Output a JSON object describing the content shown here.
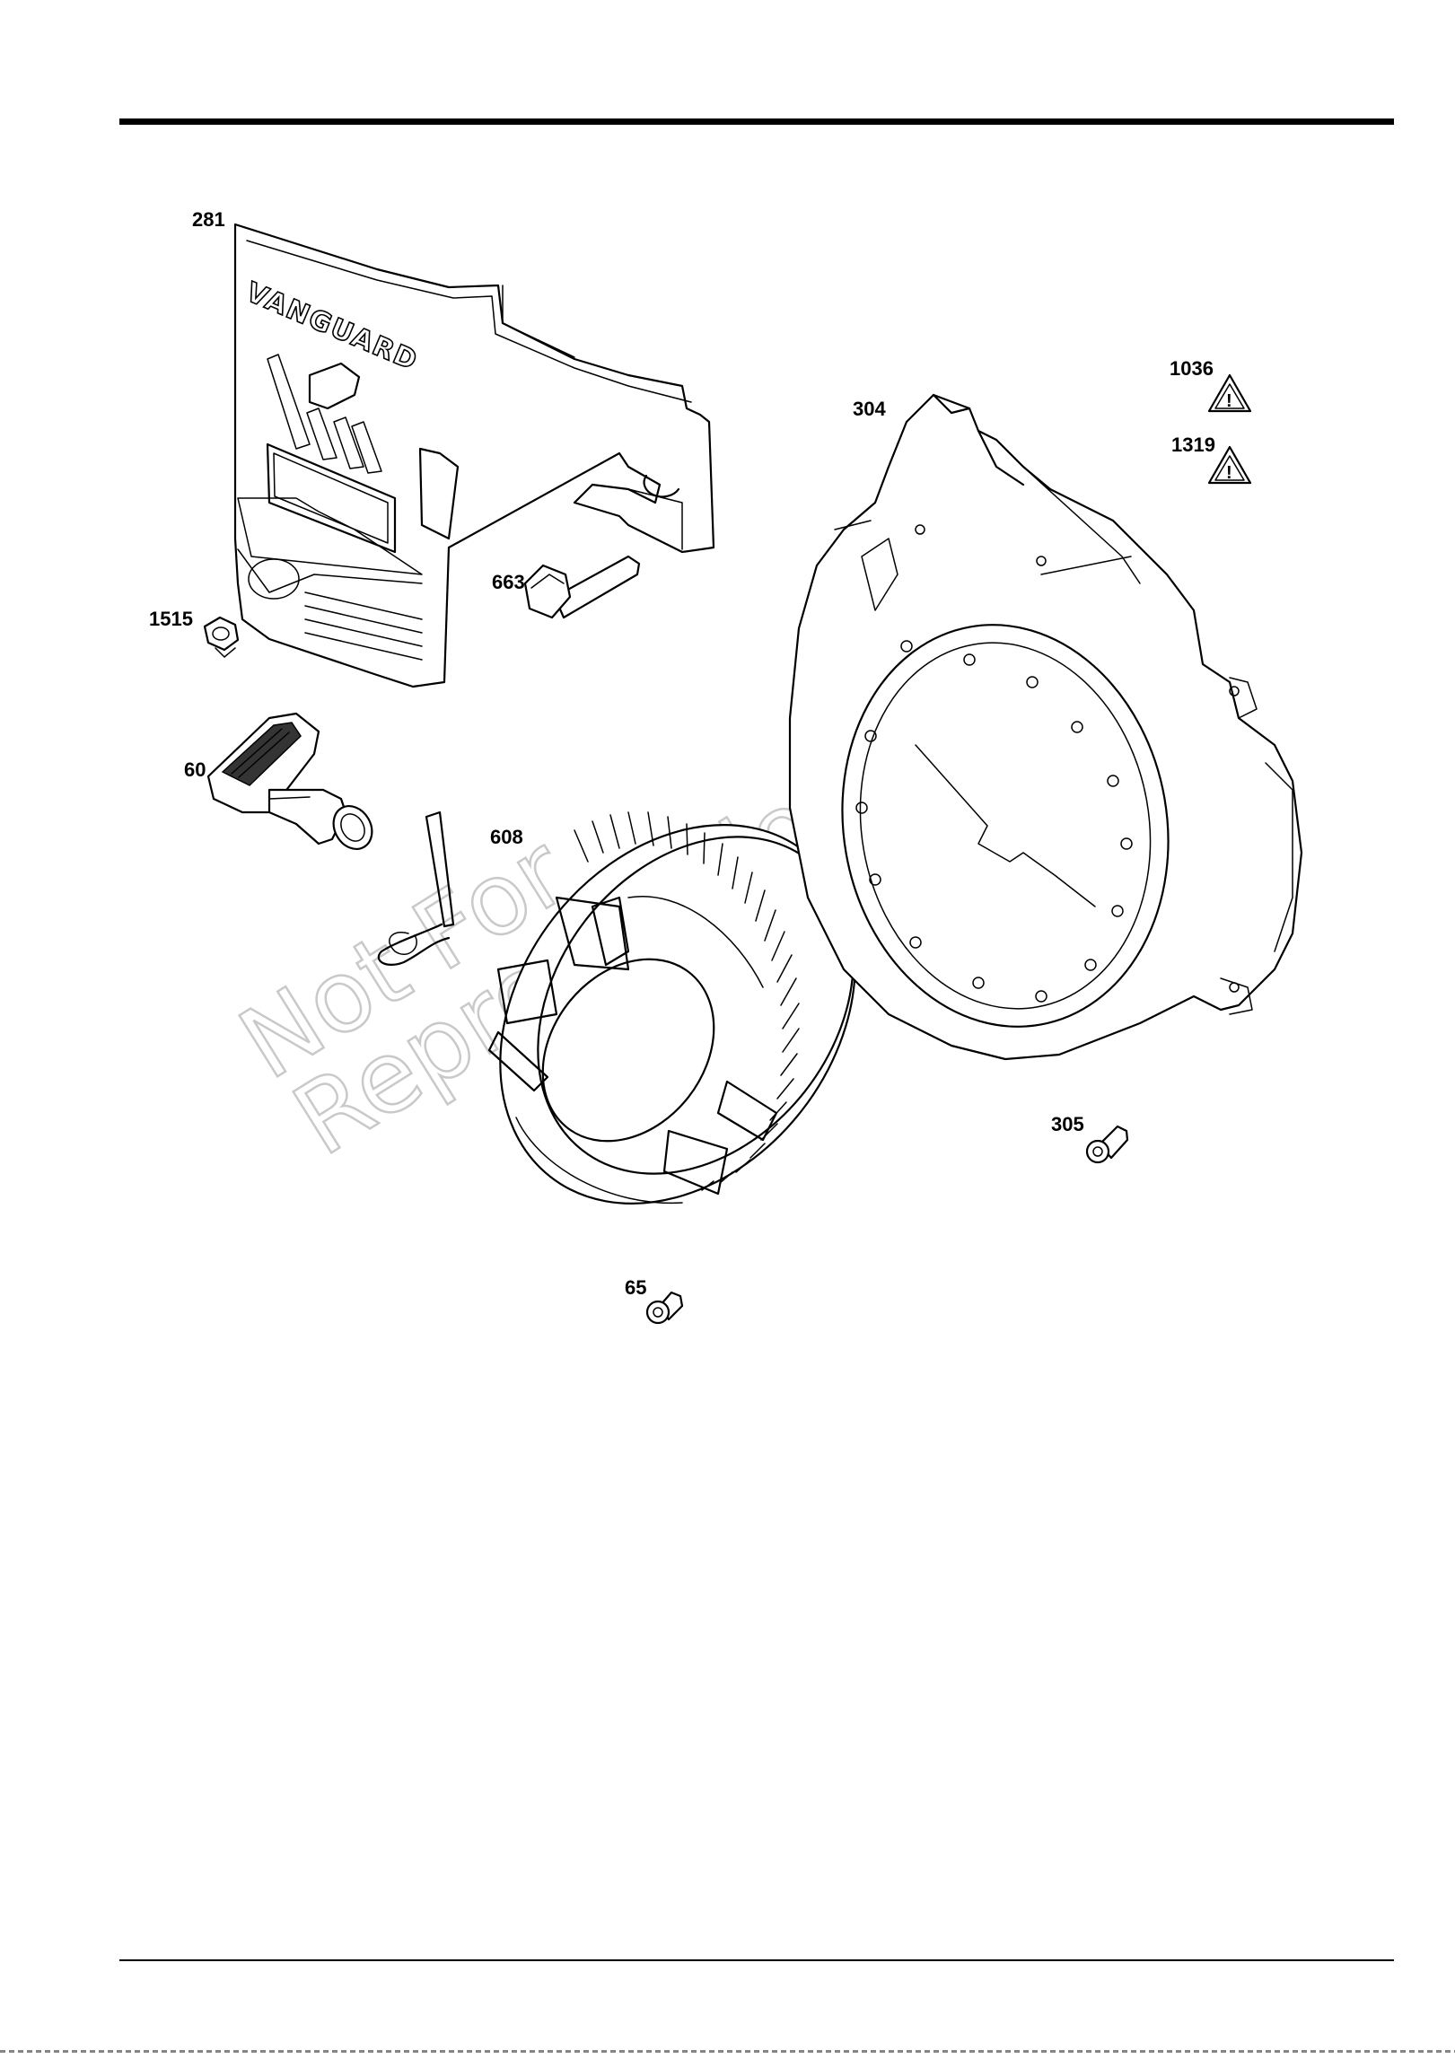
{
  "diagram": {
    "parts": [
      {
        "id": "281",
        "name": "blower-housing-cover"
      },
      {
        "id": "304",
        "name": "blower-housing"
      },
      {
        "id": "1036",
        "name": "warning-label"
      },
      {
        "id": "1319",
        "name": "warning-label"
      },
      {
        "id": "663",
        "name": "screw"
      },
      {
        "id": "1515",
        "name": "nut"
      },
      {
        "id": "60",
        "name": "starter-handle"
      },
      {
        "id": "608",
        "name": "rewind-starter"
      },
      {
        "id": "305",
        "name": "screw"
      },
      {
        "id": "65",
        "name": "screw"
      }
    ],
    "logo_text": "VANGUARD",
    "watermark": {
      "line1": "Not For",
      "line2": "Reproduction"
    }
  },
  "colors": {
    "ink": "#000000",
    "watermark": "#c9c9c9",
    "paper": "#ffffff"
  }
}
